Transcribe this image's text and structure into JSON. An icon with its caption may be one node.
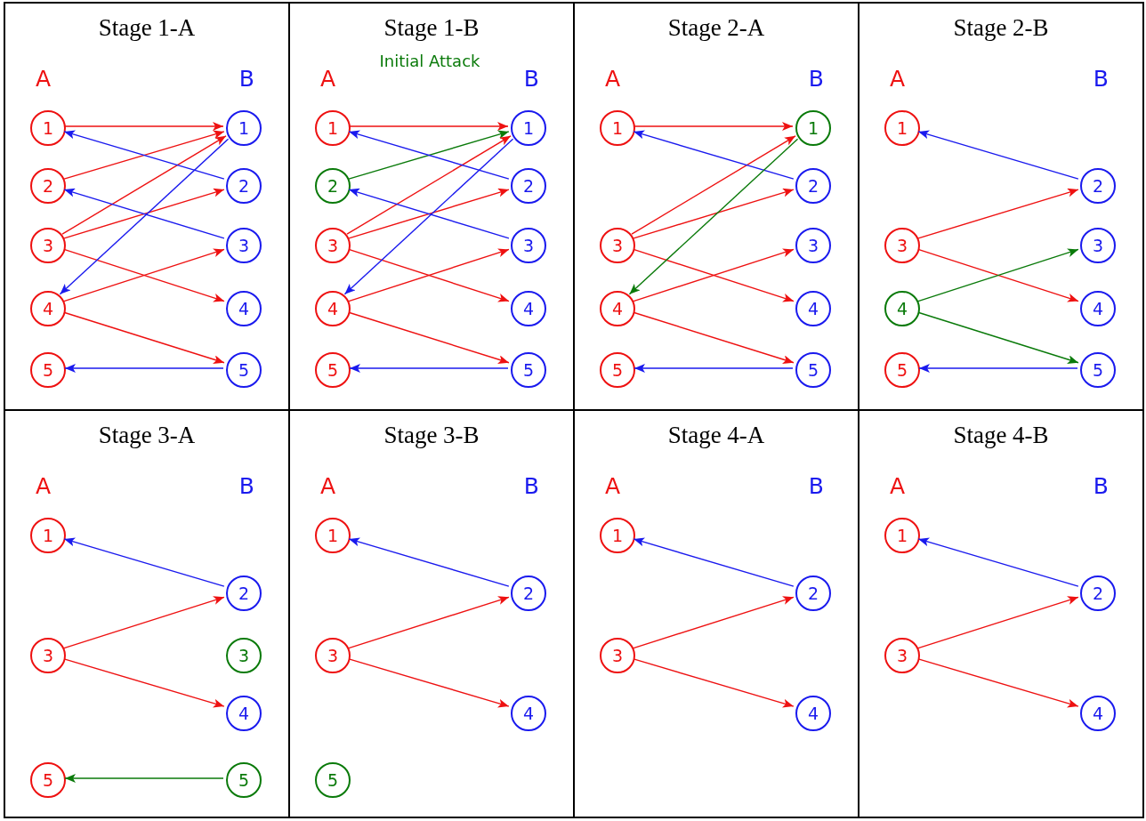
{
  "diagram": {
    "nodes": [
      {
        "text": [
          "Stage 1-A",
          "A",
          "B"
        ]
      },
      {
        "text": [
          "1"
        ],
        "in": 0
      },
      {
        "text": [
          "1"
        ],
        "in": 0
      },
      {
        "text": [
          "2"
        ],
        "in": 0
      },
      {
        "text": [
          "2"
        ],
        "in": 0
      },
      {
        "text": [
          "3"
        ],
        "in": 0
      },
      {
        "text": [
          "3"
        ],
        "in": 0
      },
      {
        "text": [
          "4"
        ],
        "in": 0
      },
      {
        "text": [
          "4"
        ],
        "in": 0
      },
      {
        "text": [
          "5"
        ],
        "in": 0
      },
      {
        "text": [
          "5"
        ],
        "in": 0
      },
      {
        "text": [
          "Stage 1-B",
          "A",
          "Initial Attack",
          "B"
        ]
      },
      {
        "text": [
          "1"
        ],
        "in": 11
      },
      {
        "text": [
          "1"
        ],
        "in": 11
      },
      {
        "text": [
          "2"
        ],
        "in": 11
      },
      {
        "text": [
          "2"
        ],
        "in": 11
      },
      {
        "text": [
          "3"
        ],
        "in": 11
      },
      {
        "text": [
          "3"
        ],
        "in": 11
      },
      {
        "text": [
          "4"
        ],
        "in": 11
      },
      {
        "text": [
          "4"
        ],
        "in": 11
      },
      {
        "text": [
          "5"
        ],
        "in": 11
      },
      {
        "text": [
          "5"
        ],
        "in": 11
      },
      {
        "text": [
          "Stage 2-A",
          "A",
          "B"
        ]
      },
      {
        "text": [
          "1"
        ],
        "in": 22
      },
      {
        "text": [
          "1"
        ],
        "in": 22
      },
      {
        "text": [
          "2"
        ],
        "in": 22
      },
      {
        "text": [
          "3"
        ],
        "in": 22
      },
      {
        "text": [
          "3"
        ],
        "in": 22
      },
      {
        "text": [
          "4"
        ],
        "in": 22
      },
      {
        "text": [
          "4"
        ],
        "in": 22
      },
      {
        "text": [
          "5"
        ],
        "in": 22
      },
      {
        "text": [
          "5"
        ],
        "in": 22
      },
      {
        "text": [
          "Stage 2-B",
          "A",
          "B"
        ]
      },
      {
        "text": [
          "1"
        ],
        "in": 32
      },
      {
        "text": [
          "2"
        ],
        "in": 32
      },
      {
        "text": [
          "3"
        ],
        "in": 32
      },
      {
        "text": [
          "3"
        ],
        "in": 32
      },
      {
        "text": [
          "4"
        ],
        "in": 32
      },
      {
        "text": [
          "4"
        ],
        "in": 32
      },
      {
        "text": [
          "5"
        ],
        "in": 32
      },
      {
        "text": [
          "5"
        ],
        "in": 32
      },
      {
        "text": [
          "Stage 3-A",
          "A",
          "B"
        ]
      },
      {
        "text": [
          "1"
        ],
        "in": 41
      },
      {
        "text": [
          "2"
        ],
        "in": 41
      },
      {
        "text": [
          "3"
        ],
        "in": 41
      },
      {
        "text": [
          "3"
        ],
        "in": 41
      },
      {
        "text": [
          "4"
        ],
        "in": 41
      },
      {
        "text": [
          "5"
        ],
        "in": 41
      },
      {
        "text": [
          "5"
        ],
        "in": 41
      },
      {
        "text": [
          "Stage 3-B",
          "A",
          "B"
        ]
      },
      {
        "text": [
          "1"
        ],
        "in": 49
      },
      {
        "text": [
          "2"
        ],
        "in": 49
      },
      {
        "text": [
          "3"
        ],
        "in": 49
      },
      {
        "text": [
          "4"
        ],
        "in": 49
      },
      {
        "text": [
          "5"
        ],
        "in": 49
      },
      {
        "text": [
          "Stage 4-A",
          "A",
          "B"
        ]
      },
      {
        "text": [
          "1"
        ],
        "in": 55
      },
      {
        "text": [
          "2"
        ],
        "in": 55
      },
      {
        "text": [
          "3"
        ],
        "in": 55
      },
      {
        "text": [
          "4"
        ],
        "in": 55
      },
      {
        "text": [
          "Stage 4-B",
          "A",
          "B"
        ]
      },
      {
        "text": [
          "1"
        ],
        "in": 60
      },
      {
        "text": [
          "2"
        ],
        "in": 60
      },
      {
        "text": [
          "3"
        ],
        "in": 60
      },
      {
        "text": [
          "4"
        ],
        "in": 60
      }
    ],
    "edges": [
      {
        "from": 1,
        "to": 2,
        "arrow": "to",
        "color": "#ee1111"
      },
      {
        "from": 3,
        "to": 2,
        "arrow": "to",
        "color": "#ee1111"
      },
      {
        "from": 5,
        "to": 2,
        "arrow": "to",
        "color": "#ee1111"
      },
      {
        "from": 5,
        "to": 4,
        "arrow": "to",
        "color": "#ee1111"
      },
      {
        "from": 5,
        "to": 8,
        "arrow": "to",
        "color": "#ee1111"
      },
      {
        "from": 7,
        "to": 6,
        "arrow": "to",
        "color": "#ee1111"
      },
      {
        "from": 7,
        "to": 10,
        "arrow": "to",
        "color": "#ee1111"
      },
      {
        "from": 4,
        "to": 1,
        "arrow": "to",
        "color": "#1a1aee"
      },
      {
        "from": 6,
        "to": 3,
        "arrow": "to",
        "color": "#1a1aee"
      },
      {
        "from": 2,
        "to": 7,
        "arrow": "to",
        "color": "#1a1aee"
      },
      {
        "from": 10,
        "to": 9,
        "arrow": "to",
        "color": "#1a1aee"
      },
      {
        "from": 12,
        "to": 13,
        "arrow": "to",
        "color": "#ee1111"
      },
      {
        "from": 14,
        "to": 13,
        "arrow": "to",
        "color": "#0a7a0a"
      },
      {
        "from": 16,
        "to": 13,
        "arrow": "to",
        "color": "#ee1111"
      },
      {
        "from": 16,
        "to": 15,
        "arrow": "to",
        "color": "#ee1111"
      },
      {
        "from": 16,
        "to": 19,
        "arrow": "to",
        "color": "#ee1111"
      },
      {
        "from": 18,
        "to": 17,
        "arrow": "to",
        "color": "#ee1111"
      },
      {
        "from": 18,
        "to": 21,
        "arrow": "to",
        "color": "#ee1111"
      },
      {
        "from": 15,
        "to": 12,
        "arrow": "to",
        "color": "#1a1aee"
      },
      {
        "from": 17,
        "to": 14,
        "arrow": "to",
        "color": "#1a1aee"
      },
      {
        "from": 13,
        "to": 18,
        "arrow": "to",
        "color": "#1a1aee"
      },
      {
        "from": 21,
        "to": 20,
        "arrow": "to",
        "color": "#1a1aee"
      },
      {
        "from": 23,
        "to": 24,
        "arrow": "to",
        "color": "#ee1111"
      },
      {
        "from": 26,
        "to": 24,
        "arrow": "to",
        "color": "#ee1111"
      },
      {
        "from": 26,
        "to": 25,
        "arrow": "to",
        "color": "#ee1111"
      },
      {
        "from": 26,
        "to": 29,
        "arrow": "to",
        "color": "#ee1111"
      },
      {
        "from": 28,
        "to": 27,
        "arrow": "to",
        "color": "#ee1111"
      },
      {
        "from": 28,
        "to": 31,
        "arrow": "to",
        "color": "#ee1111"
      },
      {
        "from": 25,
        "to": 23,
        "arrow": "to",
        "color": "#1a1aee"
      },
      {
        "from": 24,
        "to": 28,
        "arrow": "to",
        "color": "#0a7a0a"
      },
      {
        "from": 31,
        "to": 30,
        "arrow": "to",
        "color": "#1a1aee"
      },
      {
        "from": 34,
        "to": 33,
        "arrow": "to",
        "color": "#1a1aee"
      },
      {
        "from": 35,
        "to": 34,
        "arrow": "to",
        "color": "#ee1111"
      },
      {
        "from": 35,
        "to": 38,
        "arrow": "to",
        "color": "#ee1111"
      },
      {
        "from": 37,
        "to": 36,
        "arrow": "to",
        "color": "#0a7a0a"
      },
      {
        "from": 37,
        "to": 40,
        "arrow": "to",
        "color": "#0a7a0a"
      },
      {
        "from": 40,
        "to": 39,
        "arrow": "to",
        "color": "#1a1aee"
      },
      {
        "from": 43,
        "to": 42,
        "arrow": "to",
        "color": "#1a1aee"
      },
      {
        "from": 44,
        "to": 43,
        "arrow": "to",
        "color": "#ee1111"
      },
      {
        "from": 44,
        "to": 46,
        "arrow": "to",
        "color": "#ee1111"
      },
      {
        "from": 48,
        "to": 47,
        "arrow": "to",
        "color": "#0a7a0a"
      },
      {
        "from": 51,
        "to": 50,
        "arrow": "to",
        "color": "#1a1aee"
      },
      {
        "from": 52,
        "to": 51,
        "arrow": "to",
        "color": "#ee1111"
      },
      {
        "from": 52,
        "to": 53,
        "arrow": "to",
        "color": "#ee1111"
      },
      {
        "from": 57,
        "to": 56,
        "arrow": "to",
        "color": "#1a1aee"
      },
      {
        "from": 58,
        "to": 57,
        "arrow": "to",
        "color": "#ee1111"
      },
      {
        "from": 58,
        "to": 59,
        "arrow": "to",
        "color": "#ee1111"
      },
      {
        "from": 62,
        "to": 61,
        "arrow": "to",
        "color": "#1a1aee"
      },
      {
        "from": 63,
        "to": 62,
        "arrow": "to",
        "color": "#ee1111"
      },
      {
        "from": 63,
        "to": 64,
        "arrow": "to",
        "color": "#ee1111"
      }
    ]
  }
}
